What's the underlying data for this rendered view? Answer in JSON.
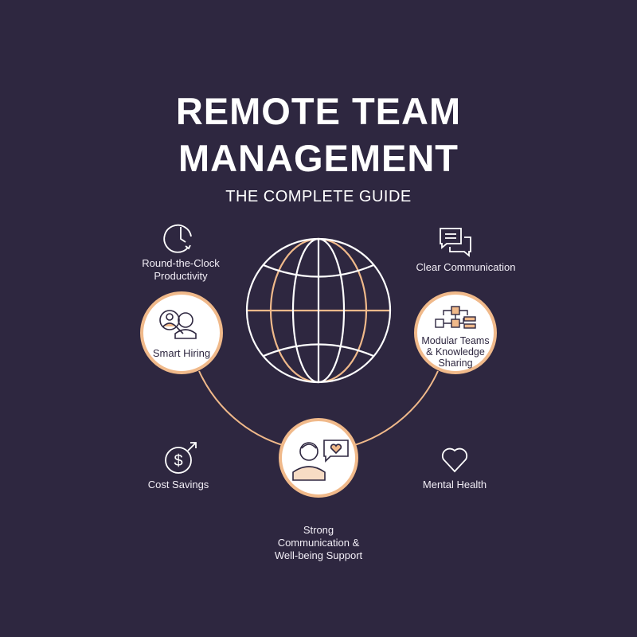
{
  "title": {
    "line1": "REMOTE TEAM",
    "line2": "MANAGEMENT"
  },
  "subtitle": "THE COMPLETE GUIDE",
  "colors": {
    "background": "#2e2740",
    "accent": "#f0b98a",
    "white": "#ffffff"
  },
  "features": {
    "round_the_clock": {
      "label_line1": "Round-the-Clock",
      "label_line2": "Productivity",
      "icon": "clock-icon"
    },
    "clear_communication": {
      "label": "Clear Communication",
      "icon": "chat-bubbles-icon"
    },
    "smart_hiring": {
      "label": "Smart Hiring",
      "icon": "person-search-icon"
    },
    "modular_teams": {
      "label_line1": "Modular Teams",
      "label_line2": "& Knowledge",
      "label_line3": "Sharing",
      "icon": "org-chart-icon"
    },
    "cost_savings": {
      "label": "Cost Savings",
      "icon": "dollar-arrow-icon"
    },
    "mental_health": {
      "label": "Mental Health",
      "icon": "heart-icon"
    },
    "strong_communication": {
      "label_line1": "Strong",
      "label_line2": "Communication &",
      "label_line3": "Well-being Support",
      "icon": "person-heart-chat-icon"
    }
  }
}
